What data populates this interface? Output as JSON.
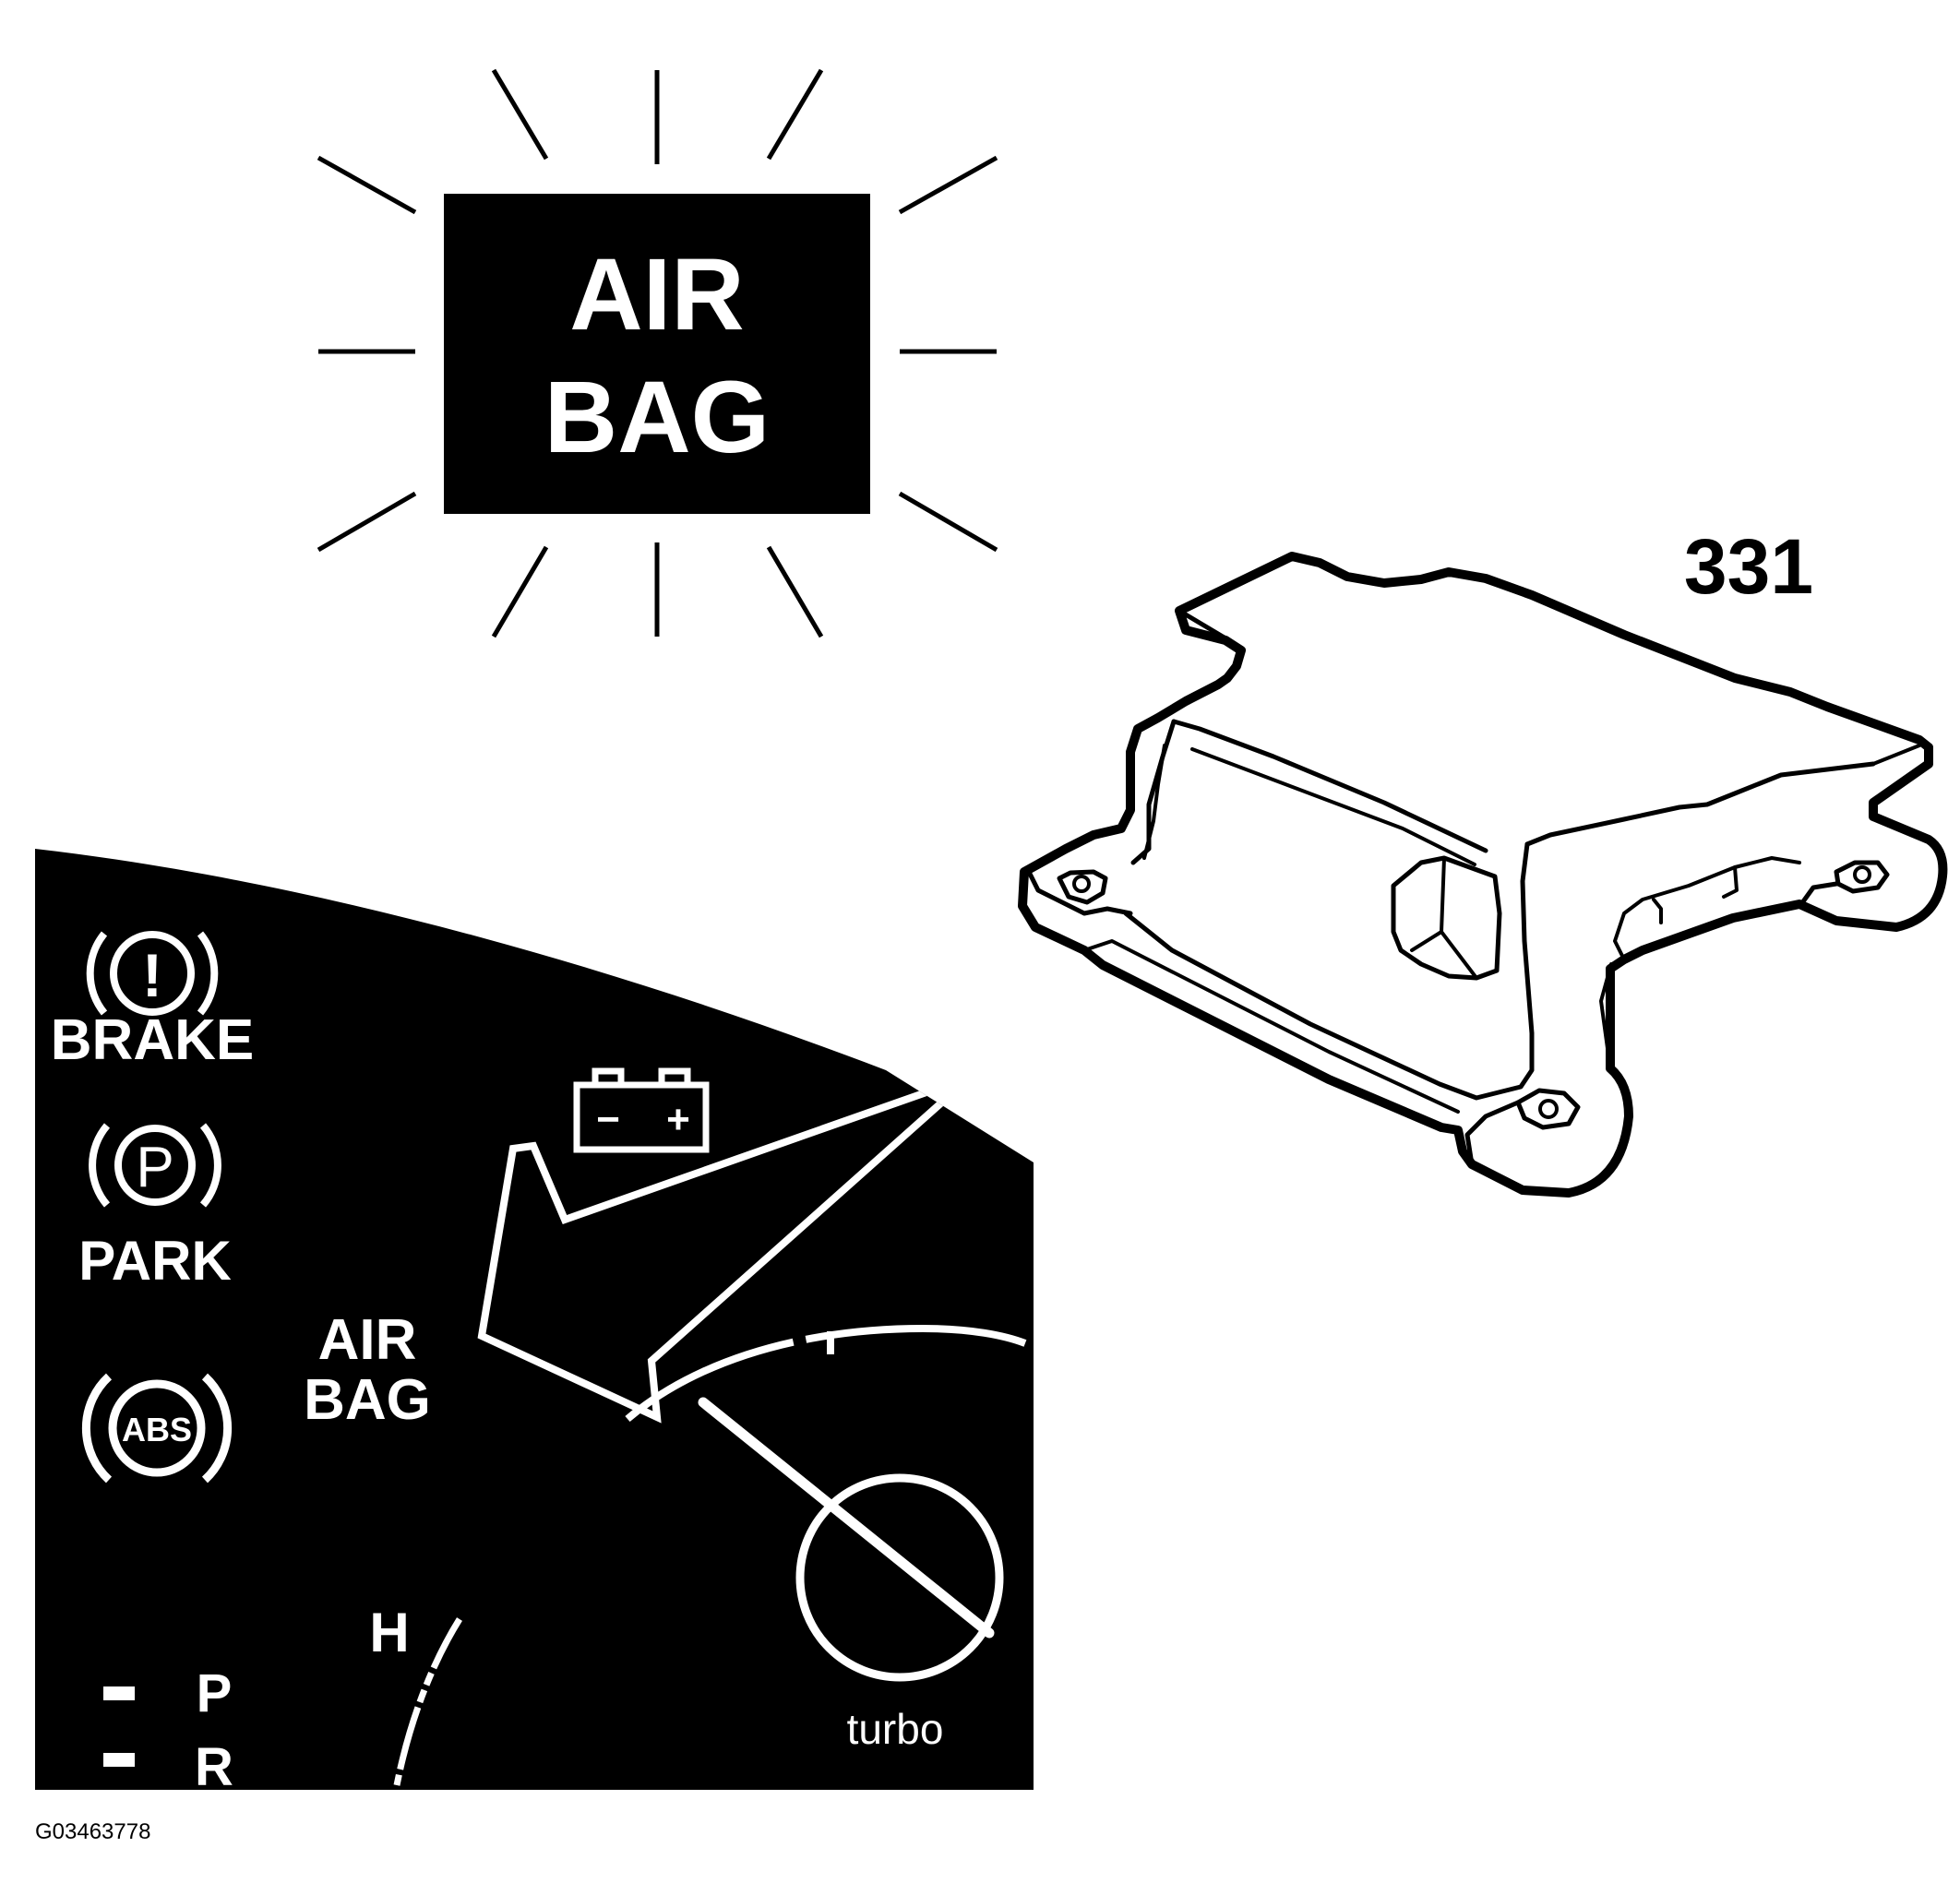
{
  "warning_lamp": {
    "line1": "AIR",
    "line2": "BAG"
  },
  "component_number": "331",
  "cluster": {
    "brake_label": "BRAKE",
    "brake_symbol": "!",
    "park_label": "PARK",
    "park_symbol": "P",
    "abs_symbol": "ABS",
    "airbag_line1": "AIR",
    "airbag_line2": "BAG",
    "battery_minus": "−",
    "battery_plus": "+",
    "temp_hot": "H",
    "gear_p": "P",
    "gear_r": "R",
    "turbo_label": "turbo"
  },
  "figure_id": "G03463778",
  "colors": {
    "ink": "#000000",
    "paper": "#ffffff"
  }
}
